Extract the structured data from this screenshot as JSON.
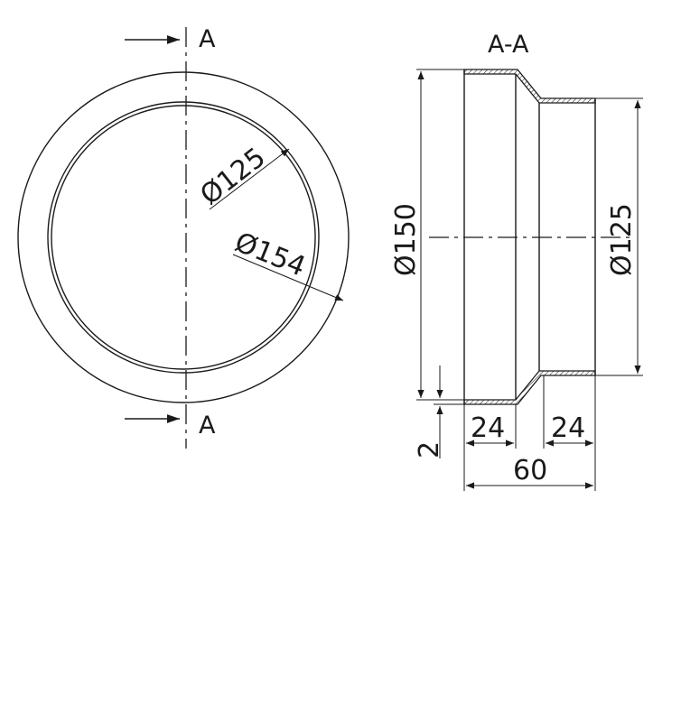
{
  "section": {
    "mark_top": "A",
    "mark_bottom": "A",
    "section_title": "A-A"
  },
  "front_view": {
    "inner_diameter_label": "Ø125",
    "outer_diameter_label": "Ø154"
  },
  "section_view": {
    "large_end_diameter_label": "Ø150",
    "small_end_diameter_label": "Ø125",
    "wall_thickness_label": "2",
    "large_collar_length_label": "24",
    "small_collar_length_label": "24",
    "overall_length_label": "60"
  },
  "colors": {
    "line": "#1a1a1a",
    "background": "#ffffff"
  }
}
